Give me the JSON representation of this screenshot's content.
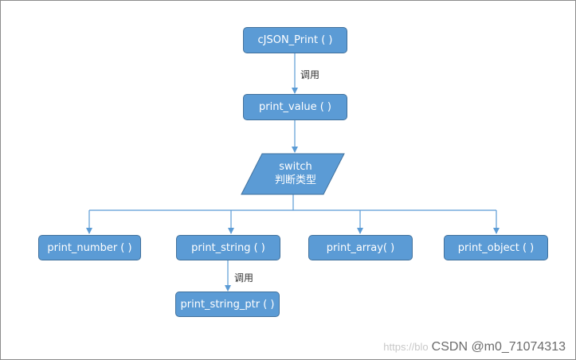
{
  "diagram": {
    "nodes": {
      "cjson_print": "cJSON_Print ( )",
      "print_value": "print_value ( )",
      "switch_line1": "switch",
      "switch_line2": "判断类型",
      "print_number": "print_number ( )",
      "print_string": "print_string ( )",
      "print_array": "print_array( )",
      "print_object": "print_object ( )",
      "print_string_ptr": "print_string_ptr ( )"
    },
    "edge_labels": {
      "print_to_value": "调用",
      "string_to_ptr": "调用"
    }
  },
  "watermark": {
    "url_fragment": "https://blo",
    "text": "CSDN @m0_71074313"
  },
  "colors": {
    "node_fill": "#5b9bd5",
    "node_border": "#41719c",
    "connector": "#5b9bd5",
    "node_text": "#ffffff"
  }
}
